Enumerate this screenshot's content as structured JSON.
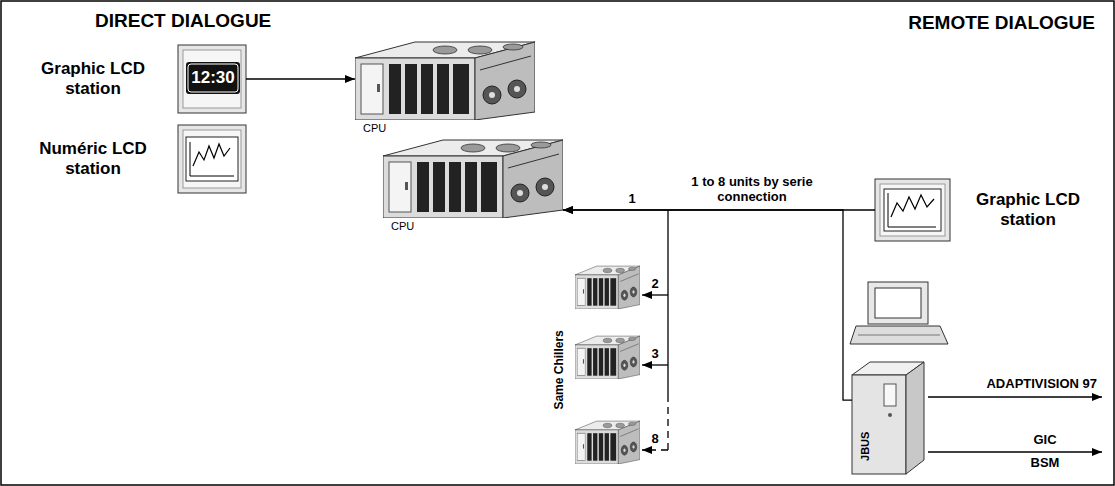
{
  "diagram": {
    "nodes": [
      {
        "text": [
          "Graphic LCD station",
          "12:30"
        ]
      },
      {
        "text": [
          "Numéric LCD station"
        ]
      },
      {
        "text": [
          "CPU"
        ]
      },
      {
        "text": [
          "CPU"
        ]
      },
      {
        "text": [
          "Graphic LCD station"
        ]
      },
      {
        "text": [
          "JBUS"
        ]
      }
    ],
    "edges": [
      {
        "from": 0,
        "to": 2,
        "arrow": "to"
      },
      {
        "from": 4,
        "to": 3,
        "arrow": "to",
        "label": "1 to 8 units by serie connection"
      },
      {
        "from": 5,
        "to": 3,
        "arrow": "to"
      }
    ],
    "labels": [
      "DIRECT DIALOGUE",
      "REMOTE DIALOGUE",
      "1",
      "2",
      "3",
      "8",
      "Same Chillers",
      "ADAPTIVISION 97",
      "GIC",
      "BSM"
    ]
  }
}
